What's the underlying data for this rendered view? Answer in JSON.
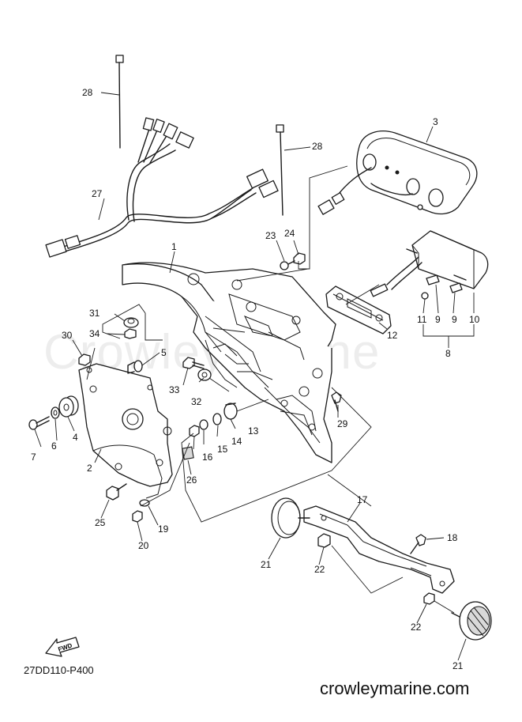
{
  "watermark": "CrowleyMarine",
  "drawing_code": "27DD110-P400",
  "site_url": "crowleymarine.com",
  "fwd_badge": "FWD",
  "callouts": {
    "c1": "1",
    "c2": "2",
    "c3": "3",
    "c4": "4",
    "c5": "5",
    "c6": "6",
    "c7": "7",
    "c8": "8",
    "c9a": "9",
    "c9b": "9",
    "c10": "10",
    "c11": "11",
    "c12": "12",
    "c13": "13",
    "c14": "14",
    "c15": "15",
    "c16": "16",
    "c17": "17",
    "c18": "18",
    "c19": "19",
    "c20": "20",
    "c21a": "21",
    "c21b": "21",
    "c22a": "22",
    "c22b": "22",
    "c23": "23",
    "c24": "24",
    "c25": "25",
    "c26": "26",
    "c27": "27",
    "c28a": "28",
    "c28b": "28",
    "c29": "29",
    "c30": "30",
    "c31": "31",
    "c32": "32",
    "c33": "33",
    "c34": "34"
  }
}
